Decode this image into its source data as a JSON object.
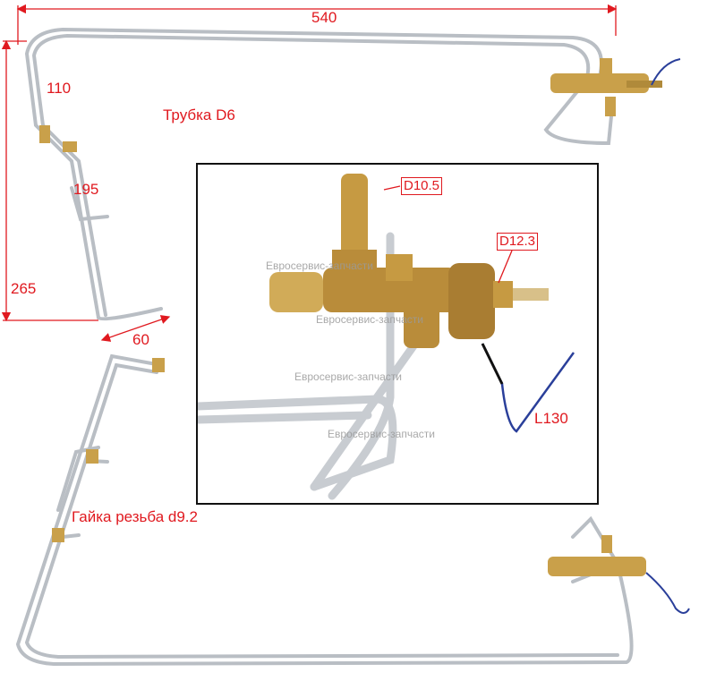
{
  "dimensions": {
    "width_top": "540",
    "height_left": "265",
    "segment_upper": "110",
    "segment_middle": "195",
    "segment_bottom": "60"
  },
  "labels": {
    "tube": "Трубка D6",
    "nut_thread": "Гайка резьба d9.2",
    "inlet_diameter": "D10.5",
    "thread_diameter": "D12.3",
    "wire_length": "L130"
  },
  "watermark": "Евросервис-запчасти",
  "colors": {
    "annotation": "#e0191f",
    "tube": "#b9bec4",
    "brass": "#c9a04a",
    "wire": "#2a3f9a"
  }
}
